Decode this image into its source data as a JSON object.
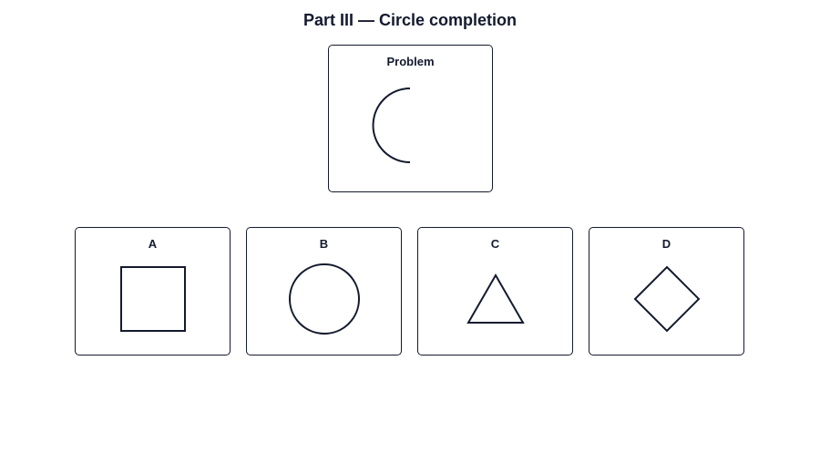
{
  "title": "Part III — Circle completion",
  "problem": {
    "label": "Problem",
    "figure": "half-circle-arc-left"
  },
  "options": [
    {
      "label": "A",
      "figure": "square"
    },
    {
      "label": "B",
      "figure": "circle"
    },
    {
      "label": "C",
      "figure": "triangle"
    },
    {
      "label": "D",
      "figure": "diamond"
    }
  ],
  "colors": {
    "ink": "#141a2e",
    "background": "#ffffff"
  }
}
